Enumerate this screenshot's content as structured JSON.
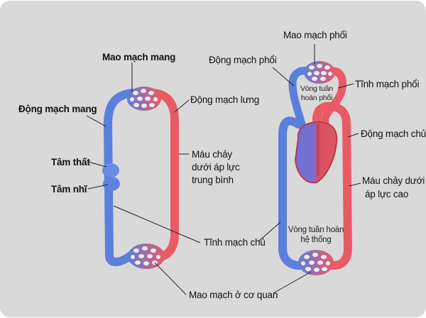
{
  "title": "So sánh hệ tuần hoàn đơn và hệ tuần hoàn kép",
  "colors": {
    "background": "#d9d9d9",
    "deoxygenated": "#5b7fdc",
    "oxygenated": "#ea5a64",
    "heart": "#d24b58",
    "label_line": "#222222"
  },
  "single_circulation": {
    "labels": {
      "gill_capillaries": "Mao mạch mang",
      "gill_artery": "Động mạch mang",
      "dorsal_aorta": "Động mạch lưng",
      "ventricle": "Tâm thất",
      "atrium": "Tâm nhĩ",
      "pressure_note": [
        "Máu chảy",
        "dưới áp lực",
        "trung bình"
      ]
    }
  },
  "double_circulation": {
    "labels": {
      "lung_capillaries": "Mao mạch phổi",
      "pulmonary_artery": "Động mạch phổi",
      "pulmonary_vein": "Tĩnh mạch phổi",
      "pulmonary_loop": [
        "Vòng tuần",
        "hoàn phổi"
      ],
      "aorta": "Động mạch chủ",
      "pressure_note": [
        "Máu chảy dưới",
        "áp lực cao"
      ],
      "systemic_loop": [
        "Vòng tuần hoàn",
        "hệ thống"
      ]
    }
  },
  "shared_labels": {
    "vena_cava": "Tĩnh mạch chủ",
    "organ_capillaries": "Mao mạch ở cơ quan"
  }
}
